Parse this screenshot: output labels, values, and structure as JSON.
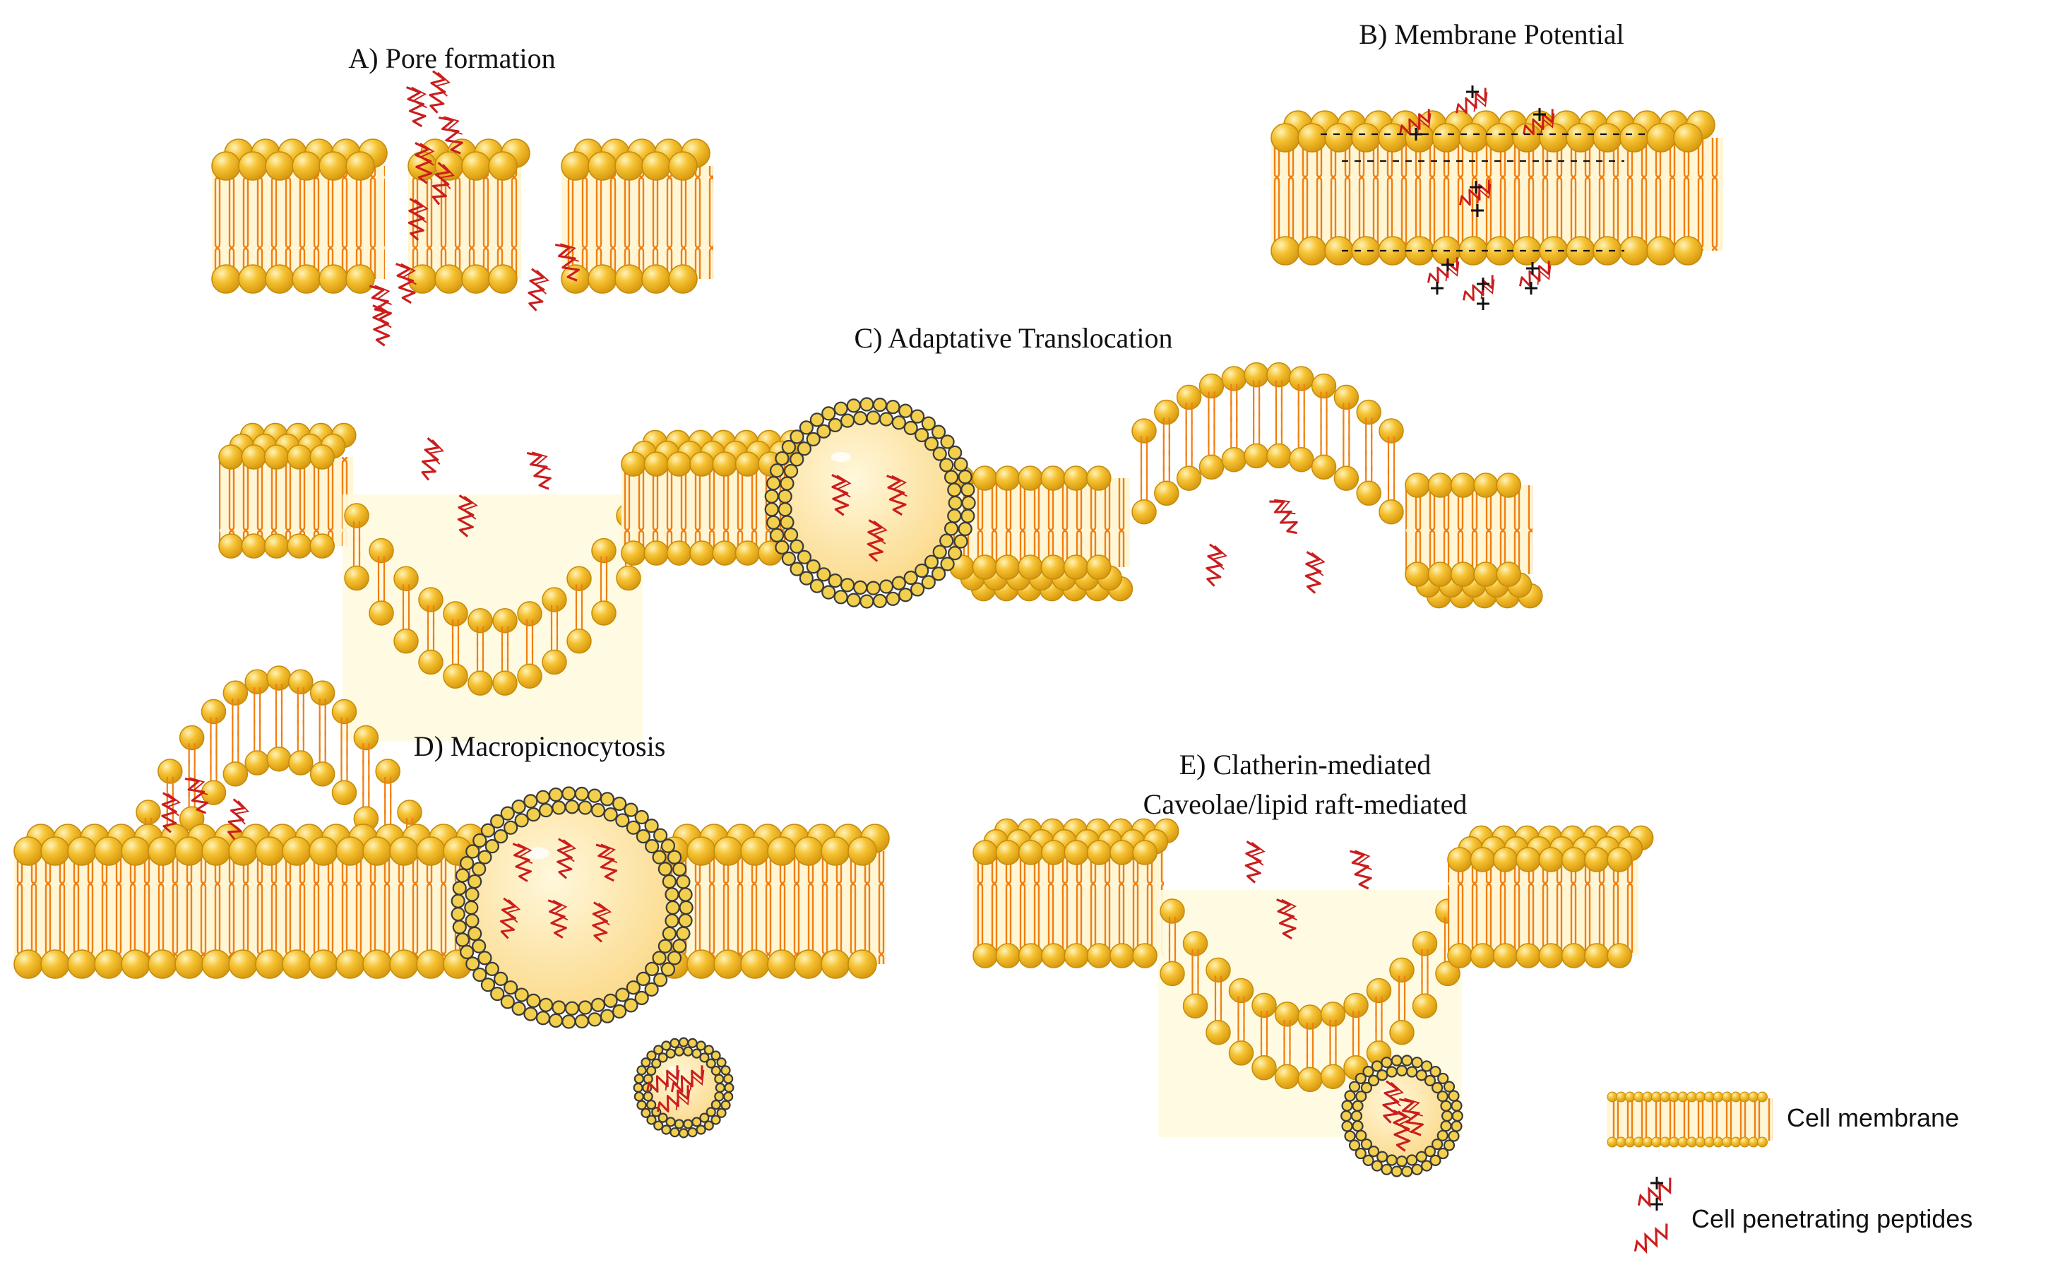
{
  "panels": {
    "a": {
      "title": "A) Pore formation"
    },
    "b": {
      "title": "B) Membrane Potential"
    },
    "c": {
      "title": "C) Adaptative Translocation"
    },
    "d": {
      "title": "D) Macropicnocytosis"
    },
    "e": {
      "title_line1": "E) Clatherin-mediated",
      "title_line2": "Caveolae/lipid raft-mediated"
    }
  },
  "legend": {
    "cell_membrane": "Cell membrane",
    "cell_penetrating_peptides": "Cell penetrating peptides"
  },
  "colors": {
    "lipid_head": "#f2b824",
    "lipid_head_edge": "#c58b0a",
    "lipid_tail": "#f07f12",
    "peptide": "#cc1d1d",
    "vesicle_fill": "#fde6a6",
    "vesicle_coat": "#3a3a3a",
    "charge_mark": "#111111"
  }
}
